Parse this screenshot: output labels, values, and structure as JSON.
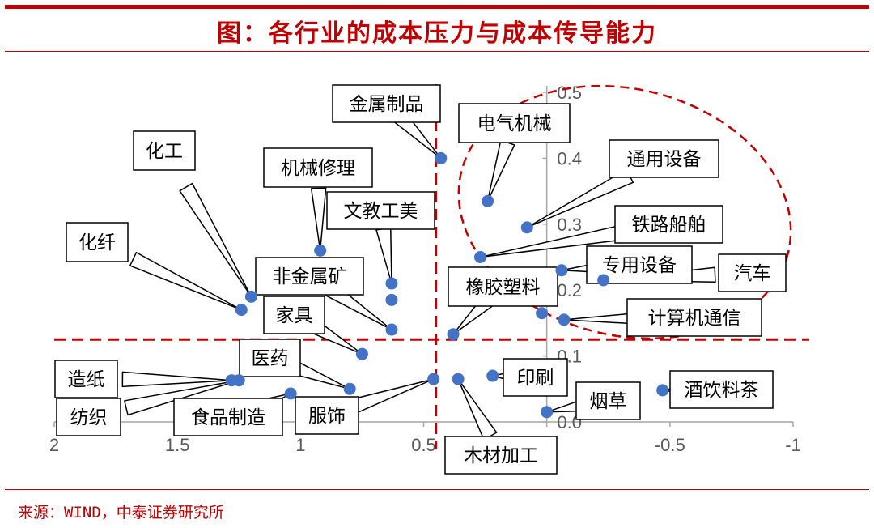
{
  "title": "图：各行业的成本压力与成本传导能力",
  "source": "来源：WIND，中泰证券研究所",
  "colors": {
    "accent": "#c00000",
    "point": "#4472c4",
    "axis": "#a6a6a6",
    "dash": "#c00000"
  },
  "chart_data": {
    "type": "scatter",
    "title": "",
    "xlabel": "",
    "ylabel": "",
    "x_reversed": true,
    "xlim": [
      2,
      -1
    ],
    "ylim": [
      0,
      0.5
    ],
    "x_ticks": [
      "2",
      "1.5",
      "1",
      "0.5",
      "0",
      "-0.5",
      "-1"
    ],
    "y_ticks": [
      "0.0",
      "0.1",
      "0.2",
      "0.3",
      "0.4",
      "0.5"
    ],
    "reference_lines": {
      "x": 0.45,
      "y": 0.125
    },
    "points": [
      {
        "name": "金属制品",
        "x": 0.43,
        "y": 0.4
      },
      {
        "name": "电气机械",
        "x": 0.24,
        "y": 0.335
      },
      {
        "name": "通用设备",
        "x": 0.08,
        "y": 0.295
      },
      {
        "name": "铁路船舶",
        "x": 0.27,
        "y": 0.25
      },
      {
        "name": "专用设备",
        "x": -0.06,
        "y": 0.23
      },
      {
        "name": "汽车",
        "x": -0.23,
        "y": 0.215
      },
      {
        "name": "计算机通信",
        "x": -0.07,
        "y": 0.155
      },
      {
        "name": "橡胶塑料",
        "x": 0.38,
        "y": 0.133
      },
      {
        "name": "化工",
        "x": 1.2,
        "y": 0.19
      },
      {
        "name": "化纤",
        "x": 1.24,
        "y": 0.17
      },
      {
        "name": "机械修理",
        "x": 0.92,
        "y": 0.26
      },
      {
        "name": "文教工美",
        "x": 0.63,
        "y": 0.21
      },
      {
        "name": "非金属矿",
        "x": 0.63,
        "y": 0.14
      },
      {
        "name": "家具",
        "x": 0.75,
        "y": 0.103
      },
      {
        "name": "医药",
        "x": 0.8,
        "y": 0.05
      },
      {
        "name": "造纸",
        "x": 1.28,
        "y": 0.063
      },
      {
        "name": "纺织",
        "x": 1.25,
        "y": 0.063
      },
      {
        "name": "食品制造",
        "x": 1.04,
        "y": 0.043
      },
      {
        "name": "服饰",
        "x": 0.46,
        "y": 0.065
      },
      {
        "name": "木材加工",
        "x": 0.36,
        "y": 0.065
      },
      {
        "name": "印刷",
        "x": 0.22,
        "y": 0.07
      },
      {
        "name": "烟草",
        "x": 0.0,
        "y": 0.015
      },
      {
        "name": "酒饮料茶",
        "x": -0.47,
        "y": 0.048
      },
      {
        "name": "",
        "x": 0.63,
        "y": 0.185
      },
      {
        "name": "",
        "x": 0.02,
        "y": 0.165
      }
    ]
  }
}
